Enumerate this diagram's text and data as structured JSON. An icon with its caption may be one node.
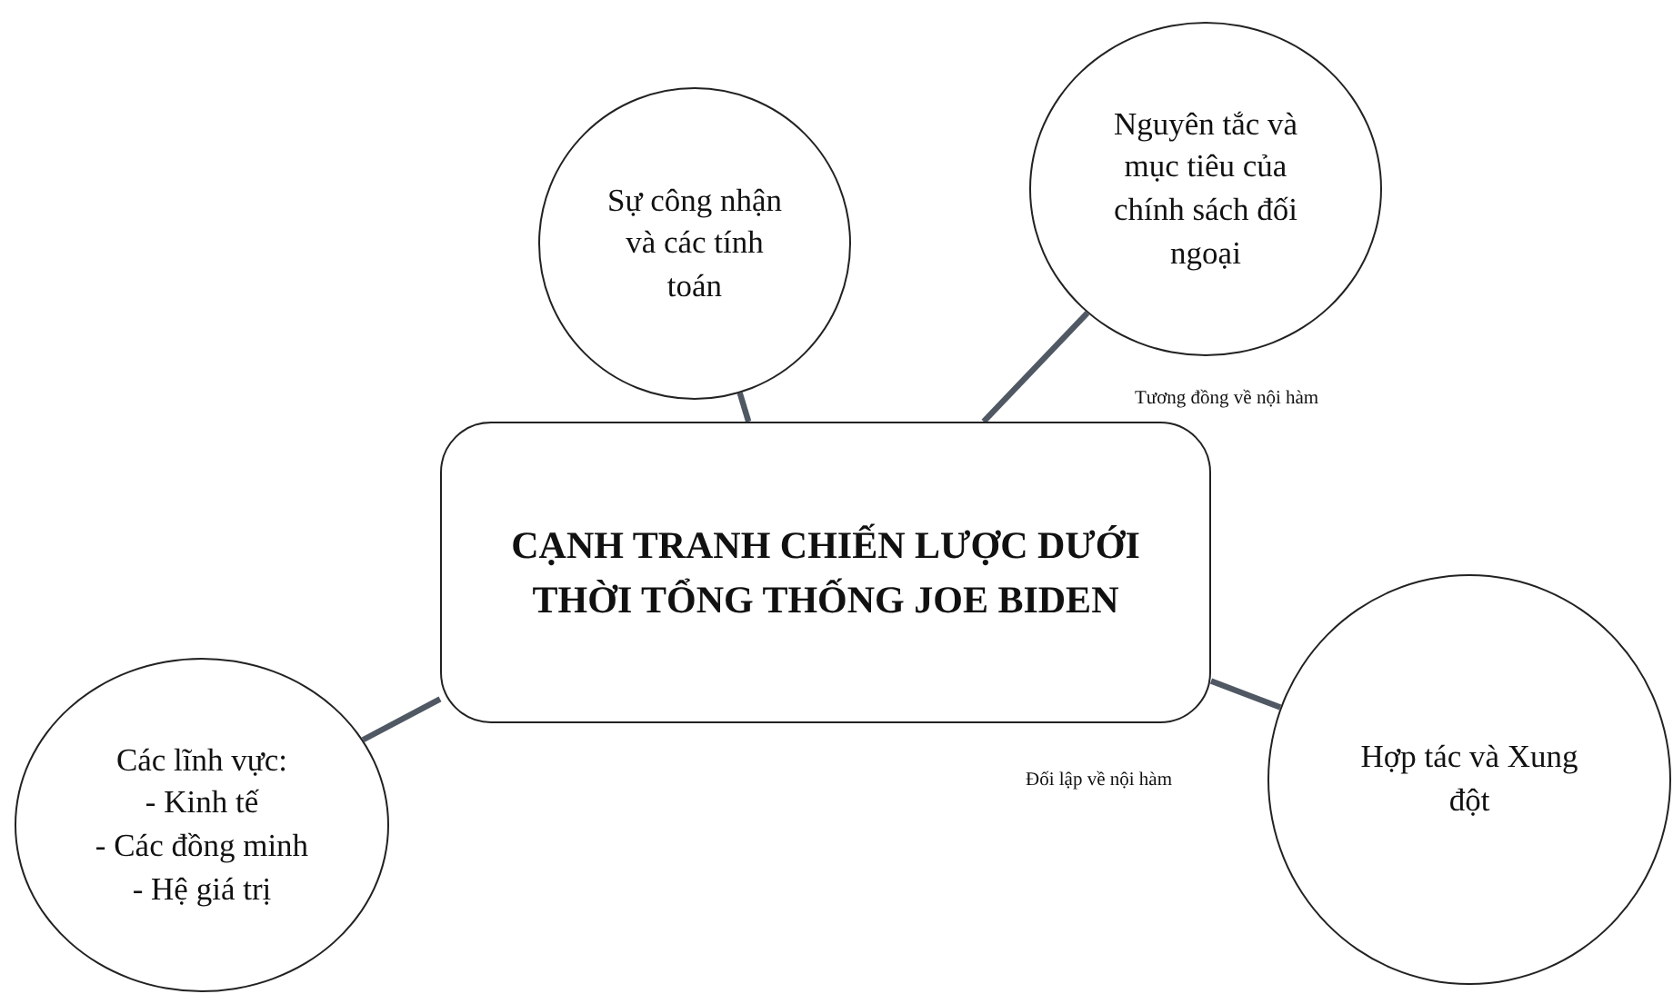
{
  "diagram": {
    "nodes": [
      {
        "text": [
          "Sự công nhận và các tính toán"
        ]
      },
      {
        "text": [
          "Nguyên tắc và mục tiêu của chính sách đối ngoại"
        ]
      },
      {
        "text": [
          "CẠNH TRANH CHIẾN LƯỢC DƯỚI THỜI TỔNG THỐNG JOE BIDEN"
        ]
      },
      {
        "text": [
          "Hợp tác và Xung đột"
        ]
      },
      {
        "text": [
          "Các lĩnh vực:",
          "- Kinh tế",
          "- Các đồng minh",
          "- Hệ giá trị"
        ]
      }
    ],
    "edges": [
      {
        "from": 2,
        "to": 0,
        "arrow": "none"
      },
      {
        "from": 2,
        "to": 1,
        "arrow": "none"
      },
      {
        "from": 2,
        "to": 3,
        "arrow": "none"
      },
      {
        "from": 2,
        "to": 4,
        "arrow": "none"
      }
    ],
    "labels": [
      "Tương đồng về nội hàm",
      "Đối lập về nội hàm"
    ]
  }
}
